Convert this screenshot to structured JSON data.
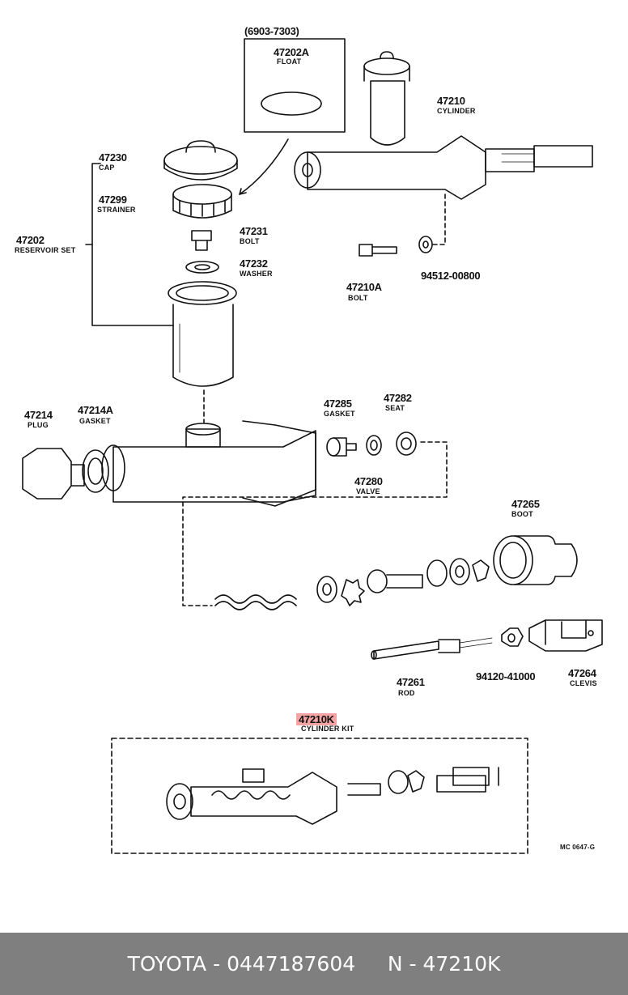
{
  "parts": {
    "p47202A": {
      "number": "47202A",
      "name": "FLOAT"
    },
    "p47230": {
      "number": "47230",
      "name": "CAP"
    },
    "p47299": {
      "number": "47299",
      "name": "STRAINER"
    },
    "p47202": {
      "number": "47202",
      "name": "RESERVOIR SET"
    },
    "p47231": {
      "number": "47231",
      "name": "BOLT"
    },
    "p47232": {
      "number": "47232",
      "name": "WASHER"
    },
    "p47210": {
      "number": "47210",
      "name": "CYLINDER"
    },
    "p47210A": {
      "number": "47210A",
      "name": "BOLT"
    },
    "p94512": {
      "number": "94512-00800"
    },
    "p47214": {
      "number": "47214",
      "name": "PLUG"
    },
    "p47214A": {
      "number": "47214A",
      "name": "GASKET"
    },
    "p47285": {
      "number": "47285",
      "name": "GASKET"
    },
    "p47282": {
      "number": "47282",
      "name": "SEAT"
    },
    "p47280": {
      "number": "47280",
      "name": "VALVE"
    },
    "p47265": {
      "number": "47265",
      "name": "BOOT"
    },
    "p47261": {
      "number": "47261",
      "name": "ROD"
    },
    "p94120": {
      "number": "94120-41000"
    },
    "p47264": {
      "number": "47264",
      "name": "CLEVIS"
    },
    "p47210K": {
      "number": "47210K",
      "name": "CYLINDER KIT"
    }
  },
  "date_range": "(6903-7303)",
  "drawing_code": "MC 0647-G",
  "footer": {
    "brand_part": "TOYOTA - 0447187604",
    "ref": "N - 47210K"
  }
}
